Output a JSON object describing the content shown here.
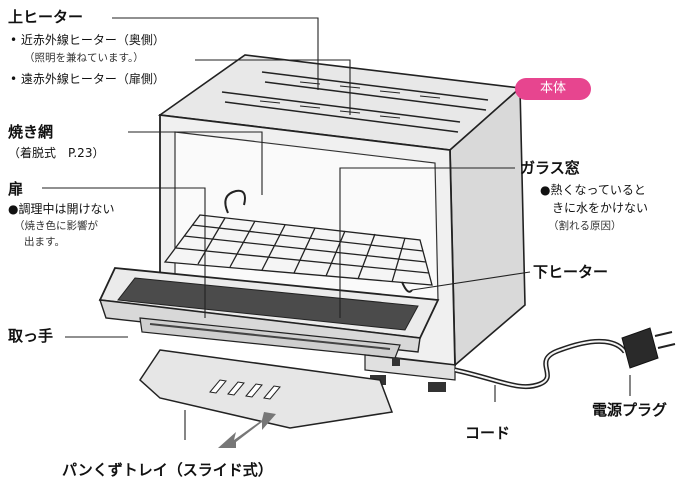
{
  "labels": {
    "top_heater": "上ヒーター",
    "top_heater_sub1": "• 近赤外線ヒーター（奥側）",
    "top_heater_sub2": "（照明を兼ねています。）",
    "top_heater_sub3": "• 遠赤外線ヒーター（扉側）",
    "grill_net": "焼き網",
    "grill_net_sub": "（着脱式　P.23）",
    "door": "扉",
    "door_sub1": "●調理中は開けない",
    "door_sub2": "（焼き色に影響が",
    "door_sub3": "出ます。",
    "handle": "取っ手",
    "glass_window": "ガラス窓",
    "glass_sub1": "●熱くなっていると",
    "glass_sub2": "きに水をかけない",
    "glass_sub3": "（割れる原因）",
    "bottom_heater": "下ヒーター",
    "cord": "コード",
    "power_plug": "電源プラグ",
    "crumb_tray": "パンくずトレイ（スライド式）",
    "body": "本体"
  },
  "colors": {
    "badge": "#e7458f",
    "line": "#222222"
  }
}
